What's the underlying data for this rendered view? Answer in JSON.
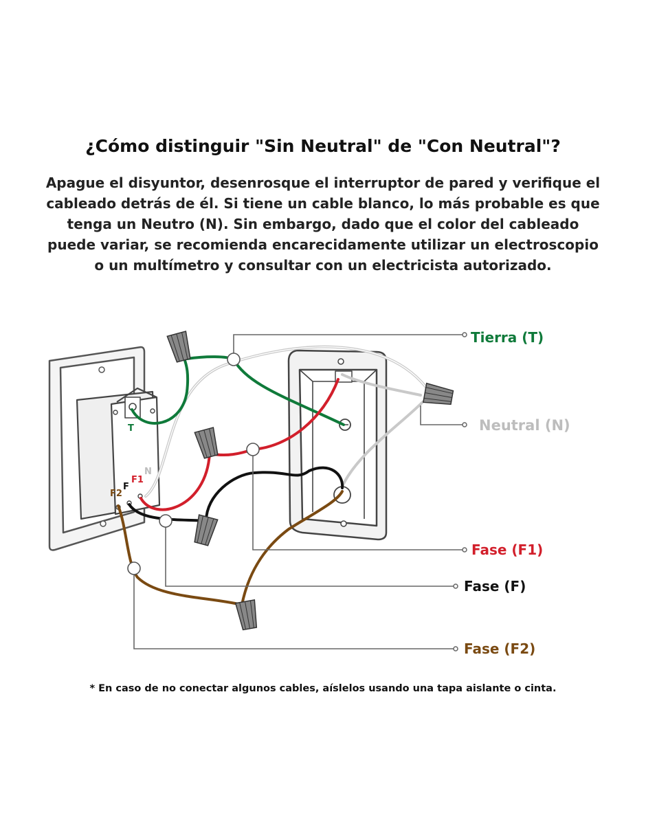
{
  "title": "¿Cómo distinguir \"Sin Neutral\" de \"Con Neutral\"?",
  "intro": "Apague el disyuntor, desenrosque el interruptor de pared y verifique el cableado detrás de él. Si tiene un cable blanco, lo más probable es que tenga un Neutro (N). Sin embargo, dado que el color del cableado puede variar, se recomienda encarecidamente utilizar un electroscopio o un multímetro y consultar con un electricista autorizado.",
  "footnote": "* En caso de no conectar algunos cables, aíslelos usando una tapa aislante o cinta.",
  "labels": {
    "tierra": "Tierra (T)",
    "neutral": "Neutral (N)",
    "fase_f1": "Fase (F1)",
    "fase_f": "Fase (F)",
    "fase_f2": "Fase (F2)"
  },
  "terminals": {
    "t": "T",
    "n": "N",
    "f1": "F1",
    "f": "F",
    "f2": "F2"
  },
  "colors": {
    "ground": "#0f7a3a",
    "neutral": "#bdbdbd",
    "phase_f1": "#d21f2b",
    "phase_f": "#111111",
    "phase_f2": "#7a4a12"
  }
}
